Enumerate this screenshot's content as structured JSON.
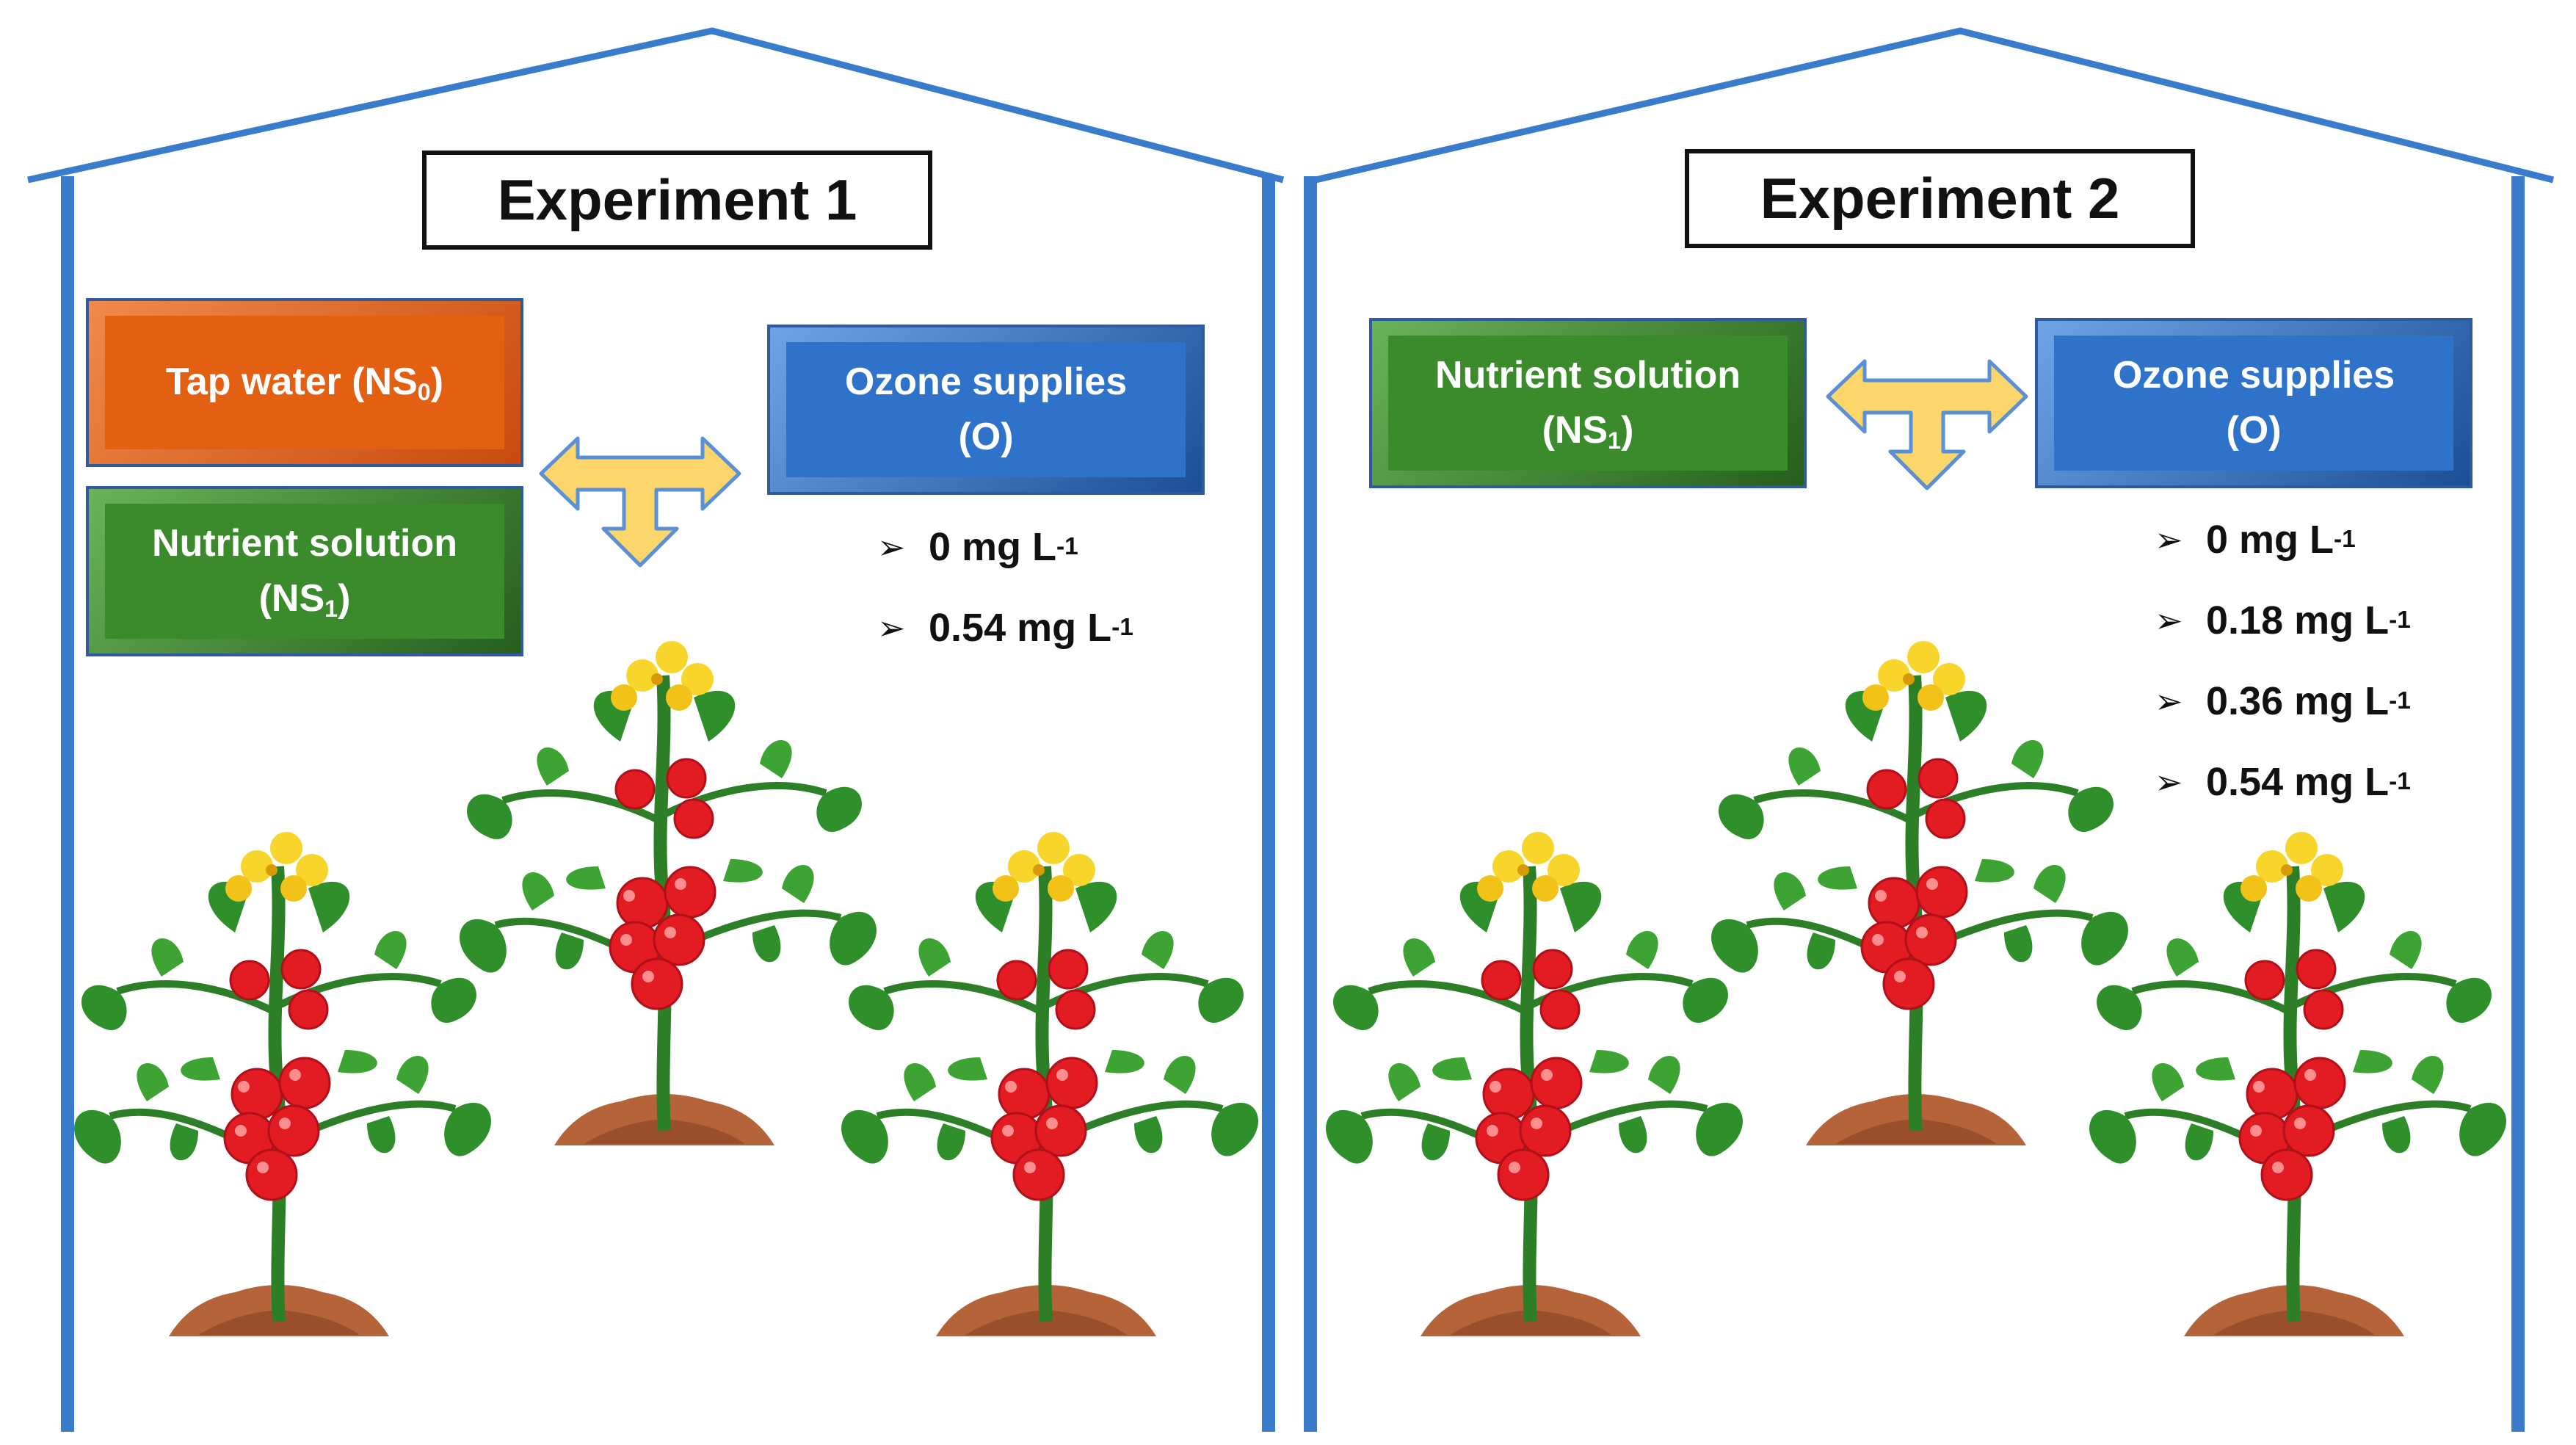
{
  "experiments": [
    {
      "title": "Experiment 1",
      "boxes": [
        {
          "label": "Tap water (NS",
          "sub": "0",
          "suffix": ")",
          "color": "#e35f12"
        },
        {
          "label": "Nutrient solution",
          "line2": "(NS",
          "sub": "1",
          "suffix": ")",
          "color": "#3b8b2d"
        }
      ],
      "ozone": {
        "label": "Ozone supplies",
        "line2": "(O)",
        "color": "#2f72c9"
      },
      "levels": [
        "0 mg L",
        "0.54 mg L"
      ],
      "unit_exponent": "-1",
      "plants": 3
    },
    {
      "title": "Experiment 2",
      "boxes": [
        {
          "label": "Nutrient solution",
          "line2": "(NS",
          "sub": "1",
          "suffix": ")",
          "color": "#3b8b2d"
        }
      ],
      "ozone": {
        "label": "Ozone supplies",
        "line2": "(O)",
        "color": "#2f72c9"
      },
      "levels": [
        "0 mg L",
        "0.18 mg L",
        "0.36 mg L",
        "0.54 mg L"
      ],
      "unit_exponent": "-1",
      "plants": 3
    }
  ],
  "colors": {
    "greenhouse_frame": "#3a7ccc",
    "arrow_fill": "#fcd66a",
    "arrow_stroke": "#5b8fd6",
    "leaf": "#2f8f2a",
    "tomato": "#e31b22",
    "flower": "#f7d52a",
    "soil": "#b5643a"
  },
  "icons": [
    "t-arrow-icon",
    "tomato-plant-icon",
    "greenhouse-icon",
    "arrowhead-bullet-icon"
  ]
}
